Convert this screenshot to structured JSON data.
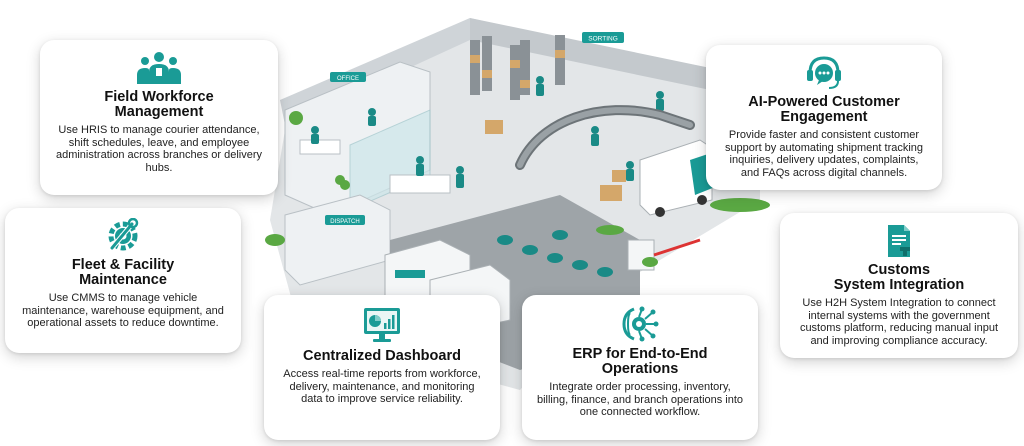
{
  "colors": {
    "accent": "#1a9b96",
    "card_bg": "#ffffff",
    "floor": "#e6e8ea",
    "wall": "#d7dbde",
    "green": "#5aa843"
  },
  "scene": {
    "signs": {
      "office": "OFFICE",
      "sorting": "SORTING",
      "dispatch": "DISPATCH"
    }
  },
  "cards": {
    "workforce": {
      "icon": "team-icon",
      "title_line1": "Field Workforce",
      "title_line2": "Management",
      "description": "Use HRIS to manage courier attendance, shift schedules, leave, and employee administration across branches or delivery hubs."
    },
    "ai": {
      "icon": "headset-chat-icon",
      "title_line1": "AI-Powered Customer",
      "title_line2": "Engagement",
      "description": "Provide faster and consistent customer support by automating shipment tracking inquiries, delivery updates, complaints, and FAQs across digital channels."
    },
    "fleet": {
      "icon": "wrench-gear-icon",
      "title_line1": "Fleet & Facility",
      "title_line2": "Maintenance",
      "description": "Use CMMS to manage vehicle maintenance, warehouse equipment, and operational assets to reduce downtime."
    },
    "customs": {
      "icon": "customs-document-icon",
      "title_line1": "Customs",
      "title_line2": "System Integration",
      "description": "Use H2H System Integration to connect internal systems with the government customs platform, reducing manual input and improving compliance accuracy."
    },
    "dashboard": {
      "icon": "monitor-chart-icon",
      "title_line1": "Centralized Dashboard",
      "title_line2": "",
      "description": "Access real-time reports from workforce, delivery, maintenance, and monitoring data to improve service reliability."
    },
    "erp": {
      "icon": "erp-network-icon",
      "title_line1": "ERP for End-to-End",
      "title_line2": "Operations",
      "description": "Integrate order processing, inventory, billing, finance, and branch operations into one connected workflow."
    }
  }
}
